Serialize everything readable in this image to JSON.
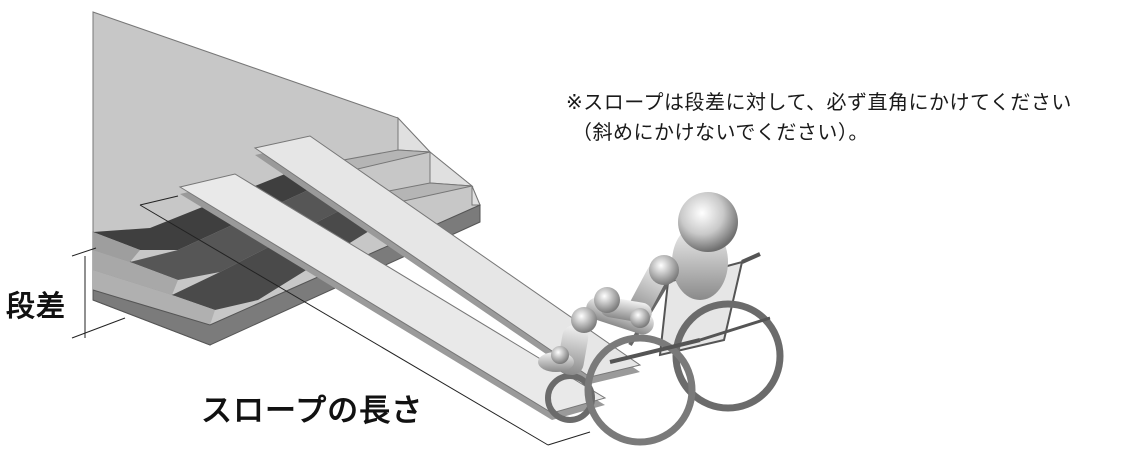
{
  "notes": {
    "line1": "※スロープは段差に対して、必ず直角にかけてください",
    "line2": "（斜めにかけないでください）。"
  },
  "labels": {
    "step_height": "段差",
    "slope_length": "スロープの長さ"
  },
  "colors": {
    "platform_top": "#c7c7c7",
    "platform_side": "#8f8f8f",
    "stair_riser": "#4a4a4a",
    "stair_tread": "#aaaaaa",
    "ramp_top": "#e6e6e6",
    "ramp_edge": "#9a9a9a",
    "wheelchair": "#6b6b6b",
    "figure": "#d0d0d0"
  },
  "icons": [
    "stairs-illustration",
    "ramp-illustration",
    "wheelchair-user-illustration"
  ]
}
